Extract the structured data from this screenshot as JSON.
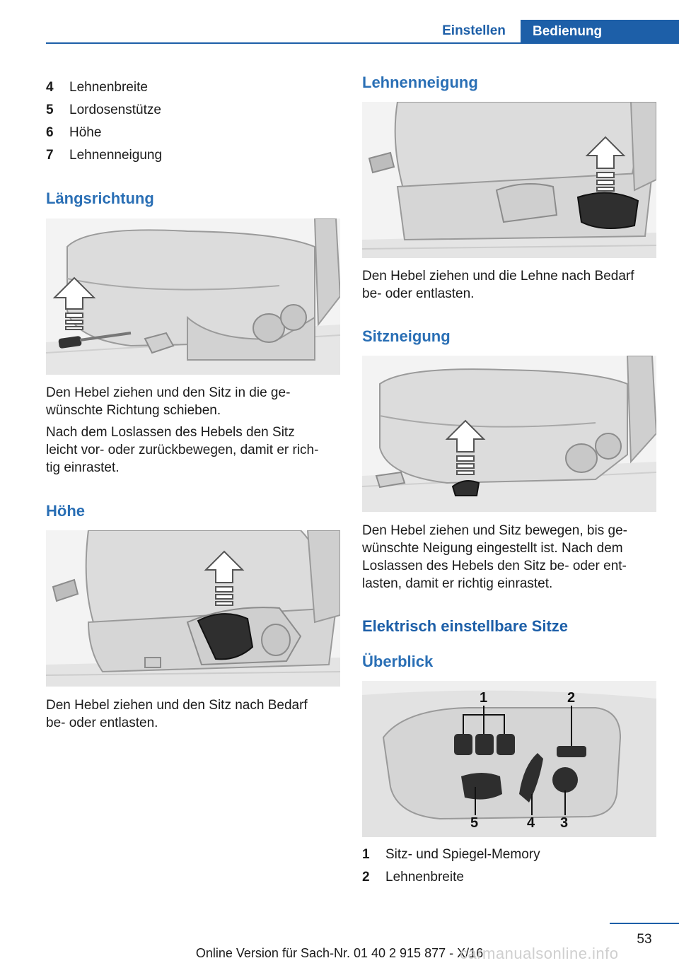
{
  "header": {
    "tab_section": "Einstellen",
    "tab_chapter": "Bedienung"
  },
  "left": {
    "list": [
      {
        "num": "4",
        "label": "Lehnenbreite"
      },
      {
        "num": "5",
        "label": "Lordosenstütze"
      },
      {
        "num": "6",
        "label": "Höhe"
      },
      {
        "num": "7",
        "label": "Lehnenneigung"
      }
    ],
    "section_laengs": {
      "title": "Längsrichtung",
      "para1_line1": "Den Hebel ziehen und den Sitz in die ge‐",
      "para1_line2": "wünschte Richtung schieben.",
      "para2_line1": "Nach dem Loslassen des Hebels den Sitz",
      "para2_line2": "leicht vor‐ oder zurückbewegen, damit er rich‐",
      "para2_line3": "tig einrastet."
    },
    "section_hoehe": {
      "title": "Höhe",
      "para_line1": "Den Hebel ziehen und den Sitz nach Bedarf",
      "para_line2": "be‐ oder entlasten."
    }
  },
  "right": {
    "section_lehne": {
      "title": "Lehnenneigung",
      "para_line1": "Den Hebel ziehen und die Lehne nach Bedarf",
      "para_line2": "be‐ oder entlasten."
    },
    "section_sitz": {
      "title": "Sitzneigung",
      "para_line1": "Den Hebel ziehen und Sitz bewegen, bis ge‐",
      "para_line2": "wünschte Neigung eingestellt ist. Nach dem",
      "para_line3": "Loslassen des Hebels den Sitz be‐ oder ent‐",
      "para_line4": "lasten, damit er richtig einrastet."
    },
    "section_elektrisch": {
      "title": "Elektrisch einstellbare Sitze",
      "subtitle": "Überblick",
      "callouts": [
        "1",
        "2",
        "3",
        "4",
        "5"
      ],
      "list": [
        {
          "num": "1",
          "label": "Sitz‐ und Spiegel-Memory"
        },
        {
          "num": "2",
          "label": "Lehnenbreite"
        }
      ]
    }
  },
  "footer": {
    "page_number": "53",
    "online_version": "Online Version für Sach-Nr. 01 40 2 915 877 - X/16",
    "watermark": "carmanualsonline.info"
  }
}
